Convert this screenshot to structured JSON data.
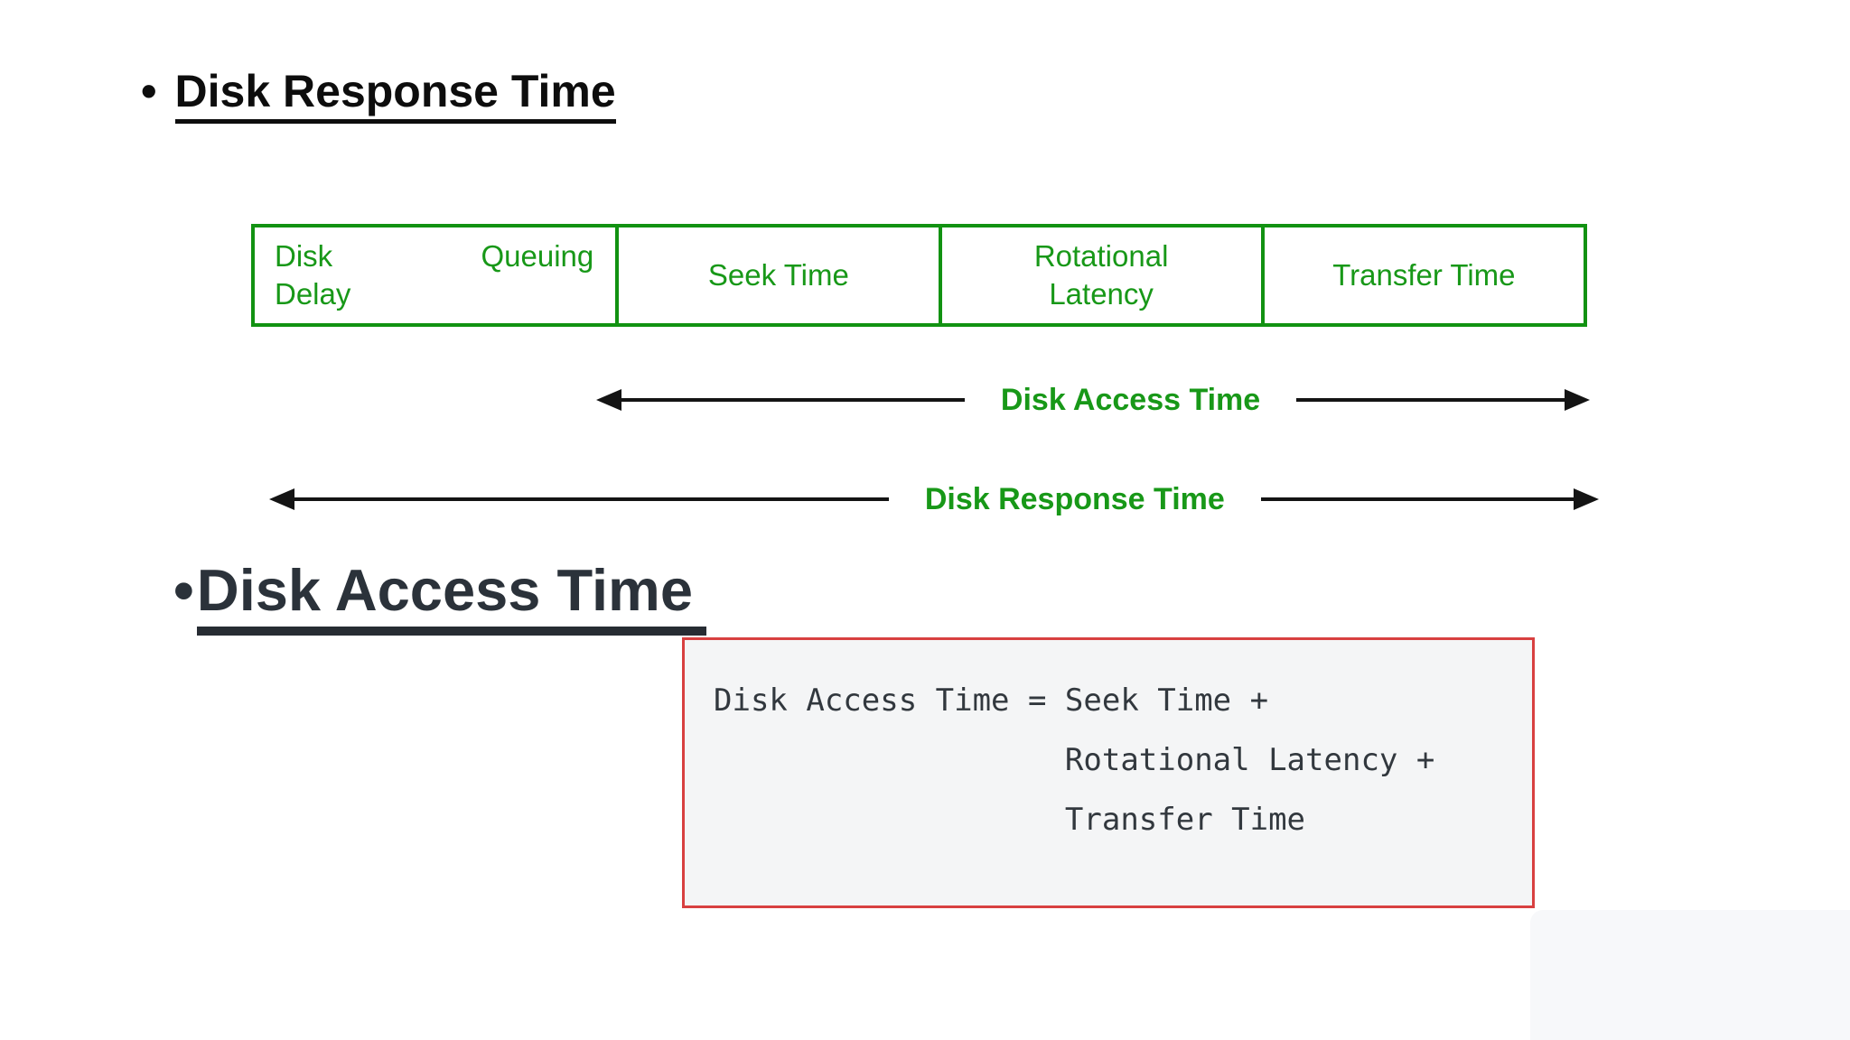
{
  "slide": {
    "heading1": {
      "bullet": "•",
      "text": "Disk Response Time"
    },
    "heading2": {
      "bullet": "•",
      "text": "Disk Access Time"
    },
    "timeline_table": {
      "cell_disk_queuing_delay": {
        "line1_left": "Disk",
        "line1_right": "Queuing",
        "line2": "Delay"
      },
      "cell_seek_time": {
        "label": "Seek Time"
      },
      "cell_rotational_latency": {
        "line1": "Rotational",
        "line2": "Latency"
      },
      "cell_transfer_time": {
        "label": "Transfer Time"
      }
    },
    "arrows": {
      "disk_access": {
        "label": "Disk Access Time"
      },
      "disk_response": {
        "label": "Disk Response Time"
      }
    },
    "formula_box": {
      "lines": [
        "Disk Access Time = Seek Time +",
        "                   Rotational Latency +",
        "                   Transfer Time"
      ]
    },
    "colors": {
      "green_text": "#189818",
      "green_border": "#129212",
      "arrow_black": "#141414",
      "heading1_color": "#0d0d0d",
      "heading2_color": "#2b323a",
      "formula_text": "#32383e",
      "formula_bg": "#f4f5f6",
      "formula_border_red": "#d84040",
      "corner_overlay_gray": "#f7f8fa"
    }
  }
}
